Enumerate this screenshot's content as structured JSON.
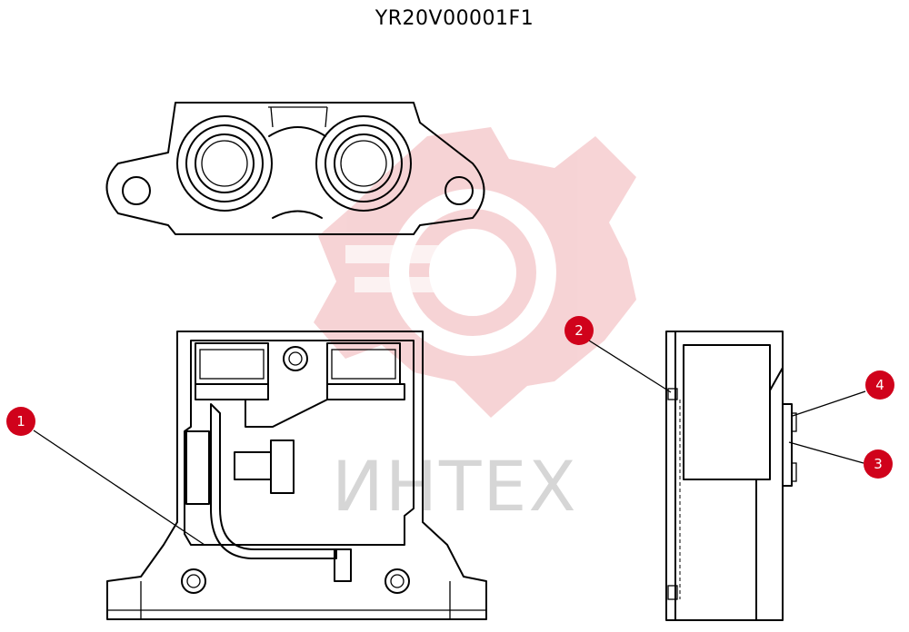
{
  "title": "YR20V00001F1",
  "watermark": {
    "text": "ИНТЕХ",
    "color": "#f2c7c9"
  },
  "callouts": [
    {
      "id": "1",
      "label": "1"
    },
    {
      "id": "2",
      "label": "2"
    },
    {
      "id": "3",
      "label": "3"
    },
    {
      "id": "4",
      "label": "4"
    }
  ],
  "colors": {
    "callout": "#d0021b",
    "line": "#000000"
  }
}
